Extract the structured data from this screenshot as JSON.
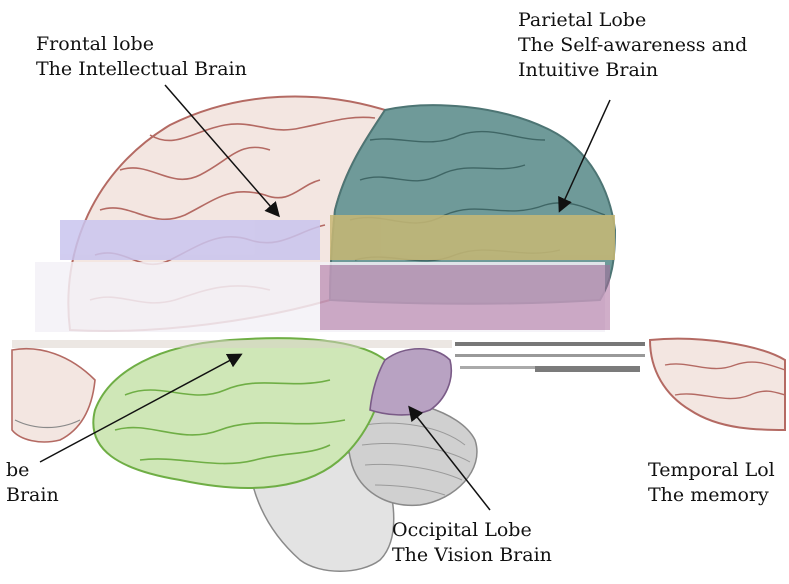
{
  "labels": {
    "frontal": {
      "line1": "Frontal lobe",
      "line2": "The Intellectual Brain"
    },
    "parietal": {
      "line1": "Parietal Lobe",
      "line2": "The Self-awareness and",
      "line3": "Intuitive Brain"
    },
    "left_cut": {
      "line1": "be",
      "line2": "Brain"
    },
    "temporal": {
      "line1": "Temporal Lol",
      "line2": "The memory"
    },
    "occipital": {
      "line1": "Occipital Lobe",
      "line2": "The Vision Brain"
    }
  },
  "colors": {
    "frontal_fill": "#f3e6e1",
    "frontal_line": "#b46a63",
    "parietal_fill": "#6f9a99",
    "temporal_fill": "#cfe7b7",
    "temporal_line": "#6fae45",
    "occipital_fill": "#b8a2c2",
    "cerebellum_fill": "#d0d0d0",
    "glitch_band_blue": "#c9c4ee",
    "glitch_band_olive": "#c8b874",
    "glitch_band_purple": "#a96c9d"
  }
}
